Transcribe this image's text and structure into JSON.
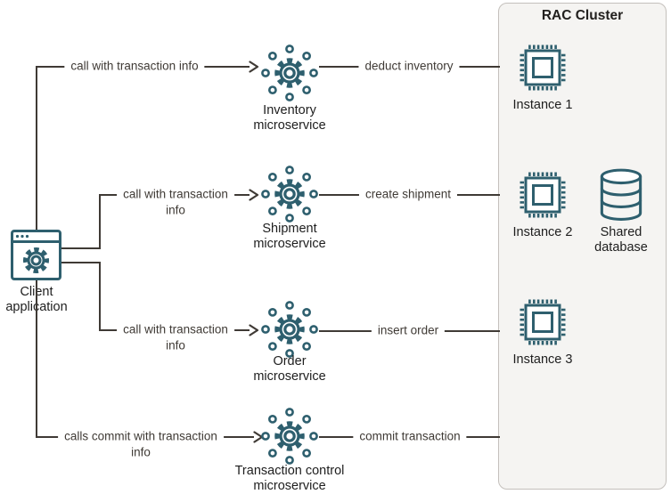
{
  "colors": {
    "icon_stroke": "#2e5f6e",
    "line": "#3f3a35",
    "cluster_fill": "#f5f4f2",
    "cluster_border": "#c4c0bc"
  },
  "client": {
    "label_line1": "Client",
    "label_line2": "application"
  },
  "rows": [
    {
      "call_line1": "call with transaction info",
      "call_line2": "",
      "service_line1": "Inventory",
      "service_line2": "microservice",
      "action": "deduct inventory"
    },
    {
      "call_line1": "call with transaction",
      "call_line2": "info",
      "service_line1": "Shipment",
      "service_line2": "microservice",
      "action": "create shipment"
    },
    {
      "call_line1": "call with transaction",
      "call_line2": "info",
      "service_line1": "Order",
      "service_line2": "microservice",
      "action": "insert order"
    },
    {
      "call_line1": "calls commit with transaction",
      "call_line2": "info",
      "service_line1": "Transaction control",
      "service_line2": "microservice",
      "action": "commit transaction"
    }
  ],
  "cluster": {
    "title": "RAC Cluster",
    "instances": [
      {
        "label": "Instance 1"
      },
      {
        "label": "Instance 2"
      },
      {
        "label": "Instance 3"
      }
    ],
    "database": {
      "label_line1": "Shared",
      "label_line2": "database"
    }
  }
}
